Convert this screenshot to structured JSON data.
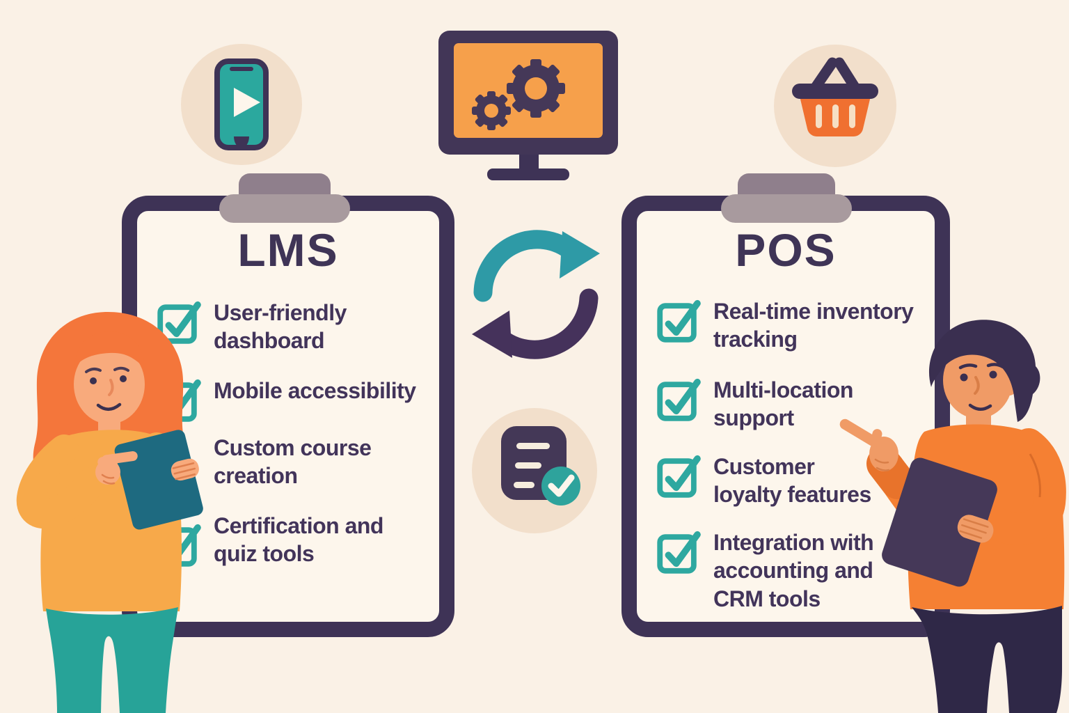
{
  "page": {
    "kind": "LMS vs POS comparison infographic",
    "colors": {
      "background": "#FAF1E6",
      "badge_circle": "#F2DFCB",
      "card_border": "#3E3356",
      "card_paper": "#FDF6EC",
      "clip_tab": "#8F7F8C",
      "clip_bar": "#A89A9E",
      "heading_text": "#3F3456",
      "item_text": "#42345A",
      "checkbox_teal": "#2EA8A0",
      "sync_teal": "#2E9AA6",
      "sync_purple": "#45325B",
      "monitor_screen_orange": "#F6A04B",
      "basket_orange": "#F07030"
    }
  },
  "header_icons": {
    "phone_badge": {
      "icon": "mobile-phone-play-icon"
    },
    "monitor_badge": {
      "icon": "monitor-gears-icon"
    },
    "basket_badge": {
      "icon": "shopping-basket-icon"
    }
  },
  "center_icons": {
    "sync": {
      "icon": "sync-arrows-icon"
    },
    "checklist_doc": {
      "icon": "document-check-icon"
    }
  },
  "lms_card": {
    "title": "LMS",
    "items": [
      {
        "label": "User-friendly\ndashboard",
        "checkbox_visible": true
      },
      {
        "label": "Mobile accessibility",
        "checkbox_visible": true
      },
      {
        "label": "Custom course\ncreation",
        "checkbox_visible": false
      },
      {
        "label": "Certification and\nquiz tools",
        "checkbox_visible": true
      }
    ]
  },
  "pos_card": {
    "title": "POS",
    "items": [
      {
        "label": "Real-time inventory\ntracking",
        "checkbox_visible": true
      },
      {
        "label": "Multi-location\nsupport",
        "checkbox_visible": true
      },
      {
        "label": "Customer\nloyalty features",
        "checkbox_visible": true
      },
      {
        "label": "Integration with\naccounting and\nCRM tools",
        "checkbox_visible": true
      }
    ]
  },
  "figures": {
    "left_person": "woman-with-orange-hair-holding-teal-tablet",
    "right_person": "man-in-orange-sweater-holding-purple-tablet"
  }
}
